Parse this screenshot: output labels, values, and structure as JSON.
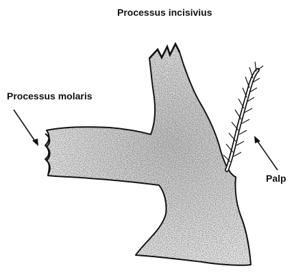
{
  "figure": {
    "labels": {
      "incisivus": "Processus incisivius",
      "molaris": "Processus molaris",
      "palp": "Palp"
    },
    "colors": {
      "ink": "#111111",
      "paper": "#ffffff",
      "stipple": "#1a1a1a"
    }
  }
}
